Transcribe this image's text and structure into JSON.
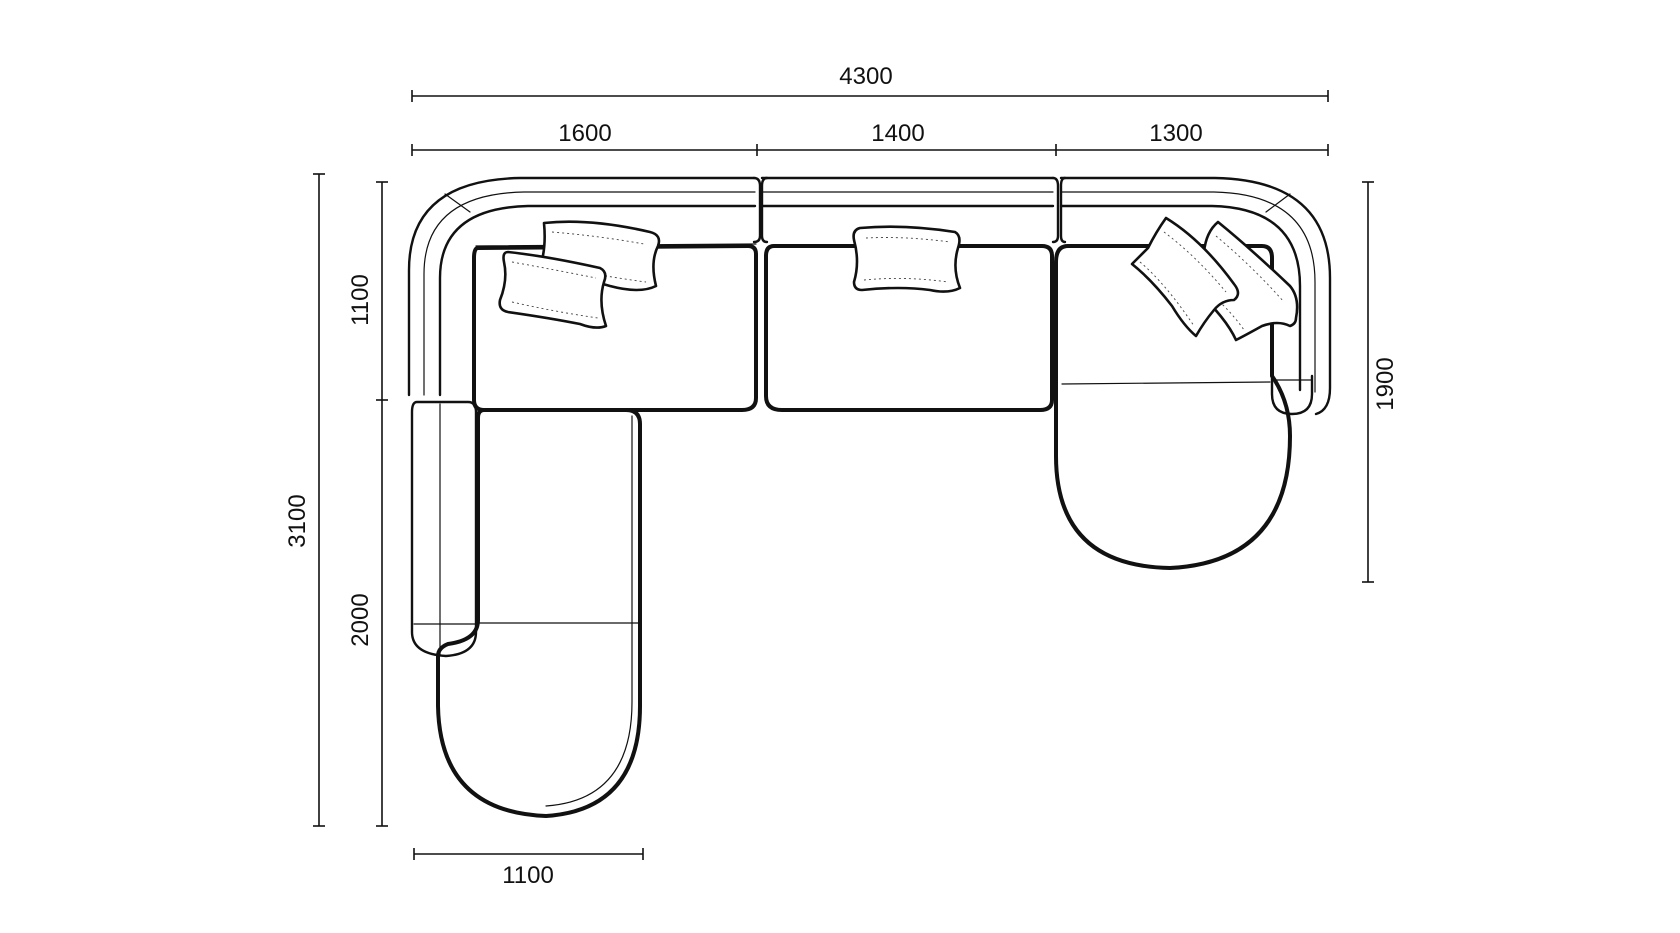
{
  "dimensions": {
    "total_width": "4300",
    "segment_left_width": "1600",
    "segment_middle_width": "1400",
    "segment_right_width": "1300",
    "total_depth": "3100",
    "back_depth": "1100",
    "left_chaise_depth": "2000",
    "right_chaise_depth": "1900",
    "left_chaise_width": "1100"
  },
  "colors": {
    "line": "#111111",
    "background": "#ffffff"
  }
}
